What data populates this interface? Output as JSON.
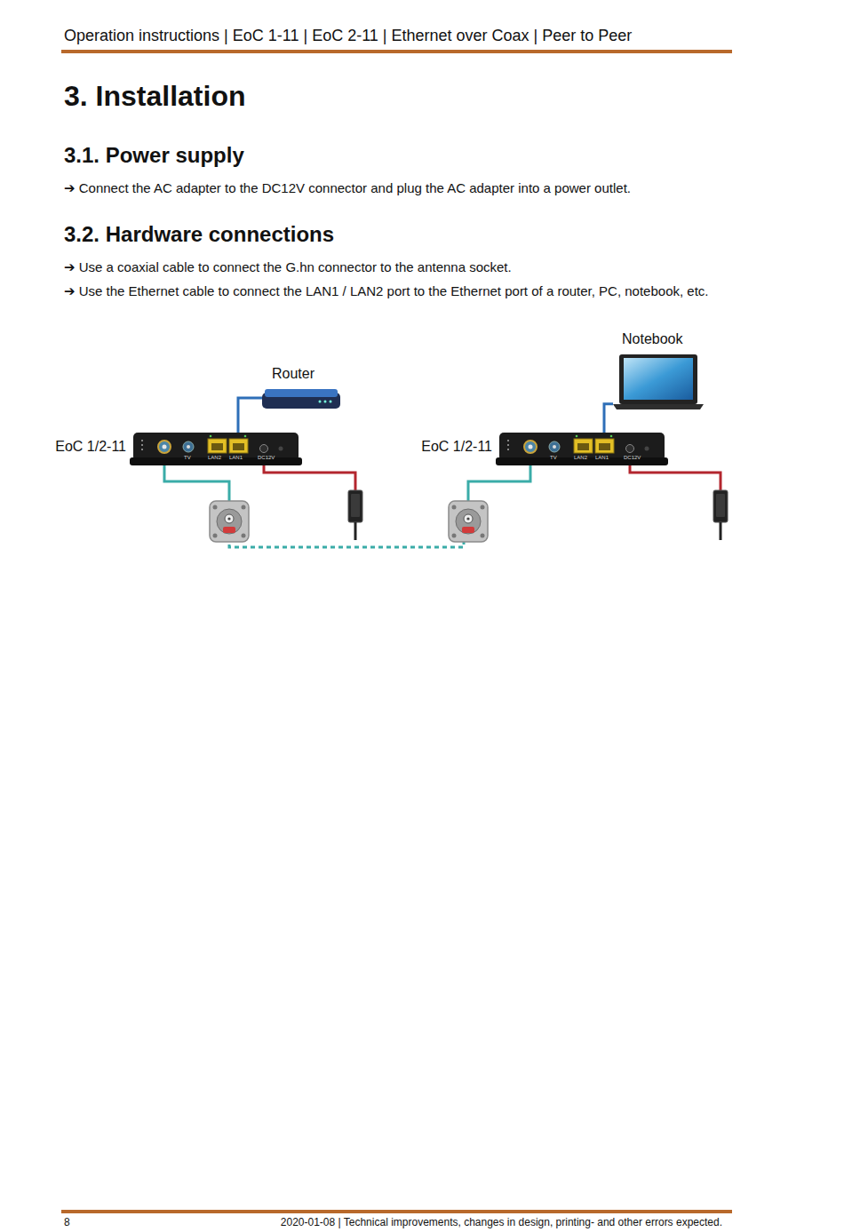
{
  "diagram": {
    "title": "3. Installation",
    "nodes": [
      {
        "text": [
          "EoC 1/2-11",
          "TV",
          "LAN2",
          "LAN1",
          "DC12V"
        ]
      },
      {
        "text": [
          "Router"
        ]
      },
      {
        "text": [
          "EoC 1/2-11",
          "TV",
          "LAN2",
          "LAN1",
          "DC12V"
        ]
      },
      {
        "text": [
          "Notebook"
        ]
      }
    ],
    "edges": [
      {
        "from": 1,
        "to": 0,
        "arrow": "none"
      },
      {
        "from": 2,
        "to": 3,
        "arrow": "none"
      }
    ],
    "labels": [
      "Operation instructions | EoC 1-11 | EoC 2-11 | Ethernet over Coax | Peer to Peer",
      "3.1. Power supply",
      "➔ Connect the AC adapter to the DC12V connector and plug the AC adapter into a power outlet.",
      "3.2. Hardware connections",
      "➔ Use a coaxial cable to connect the G.hn connector to the antenna socket.",
      "➔ Use the Ethernet cable to connect the LAN1 / LAN2 port to the Ethernet port of a router, PC, notebook, etc.",
      "8",
      "2020-01-08 | Technical improvements, changes in design, printing- and other errors expected."
    ]
  }
}
